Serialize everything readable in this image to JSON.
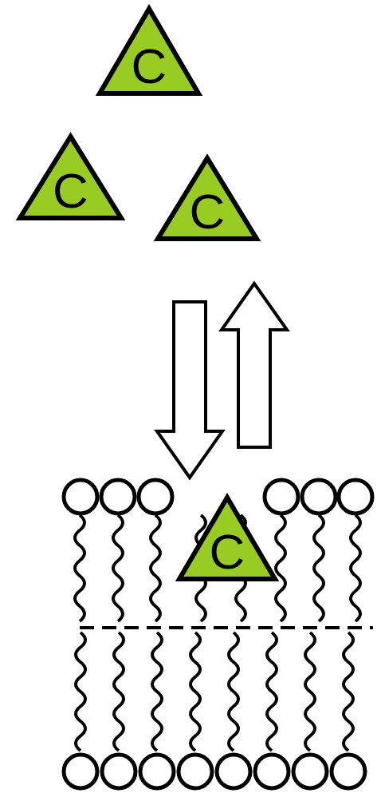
{
  "diagram": {
    "nodes": [
      {
        "text": [
          "C"
        ]
      },
      {
        "text": [
          "C"
        ]
      },
      {
        "text": [
          "C"
        ]
      },
      {
        "text": [
          "C"
        ]
      }
    ],
    "edges": [
      {
        "from": 2,
        "to": 3,
        "arrow": "to"
      },
      {
        "from": 3,
        "to": 2,
        "arrow": "to"
      }
    ]
  }
}
